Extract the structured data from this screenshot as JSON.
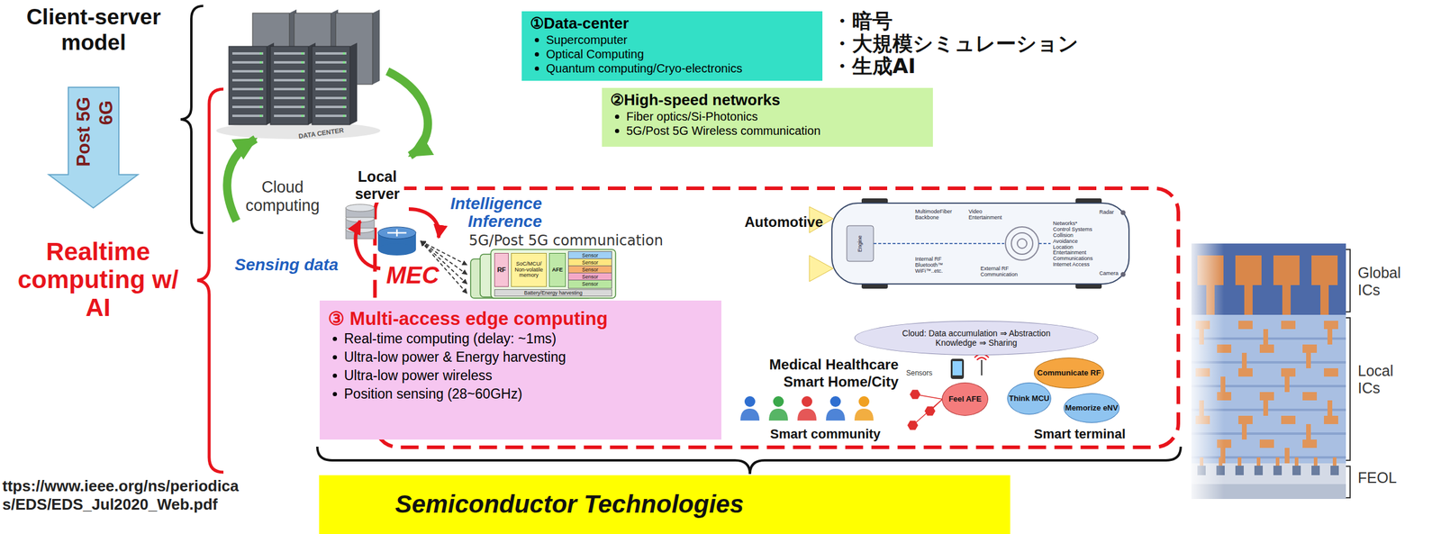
{
  "diagram": {
    "nodes": [
      {
        "text": [
          "①Data-center",
          "Supercomputer",
          "Optical Computing",
          "Quantum computing/Cryo-electronics"
        ]
      },
      {
        "text": [
          "②High-speed networks",
          "Fiber optics/Si-Photonics",
          "5G/Post 5G Wireless communication"
        ]
      },
      {
        "text": [
          "③ Multi-access edge computing",
          "Real-time computing (delay: ~1ms)",
          "Ultra-low power & Energy harvesting",
          "Ultra-low power wireless",
          "Position sensing (28~60GHz)"
        ]
      },
      {
        "text": [
          "RF"
        ]
      },
      {
        "text": [
          "SoC/MCU/ Non-volatile memory"
        ]
      },
      {
        "text": [
          "AFE"
        ]
      },
      {
        "text": [
          "Sensor"
        ]
      },
      {
        "text": [
          "Sensor"
        ]
      },
      {
        "text": [
          "Sensor"
        ]
      },
      {
        "text": [
          "Sensor"
        ]
      },
      {
        "text": [
          "Sensor"
        ]
      },
      {
        "text": [
          "Battery/Energy harvesting"
        ]
      },
      {
        "text": [
          "Cloud: Data accumulation ⇒ Abstraction Knowledge ⇒ Sharing"
        ]
      },
      {
        "text": [
          "Communicate RF"
        ]
      },
      {
        "text": [
          "Think MCU"
        ]
      },
      {
        "text": [
          "Memorize eNV"
        ]
      },
      {
        "text": [
          "Feel AFE"
        ]
      },
      {
        "text": [
          "Semiconductor Technologies"
        ]
      }
    ],
    "labels": [
      "Client-server model",
      "Post 5G",
      "6G",
      "Realtime computing w/ AI",
      "DATA CENTER",
      "・暗号",
      "・大規模シミュレーション",
      "・生成AI",
      "Cloud computing",
      "Local server",
      "Intelligence Inference",
      "5G/Post 5G communication",
      "Sensing data",
      "MEC",
      "Automotive",
      "Engine",
      "MultimodeFiber Backbone",
      "Video Entertainment",
      "Radar",
      "Camera",
      "Internal RF Bluetooth™ WiFi™..etc.",
      "External RF Communication",
      "Networks* Control Systems Collision Avoidance Location Entertainment Communications Internet Access",
      "Medical Healthcare Smart Home/City",
      "Sensors",
      "Smart community",
      "Smart terminal",
      "Global ICs",
      "Local ICs",
      "FEOL",
      "ttps://www.ieee.org/ns/periodica s/EDS/EDS_Jul2020_Web.pdf"
    ]
  }
}
